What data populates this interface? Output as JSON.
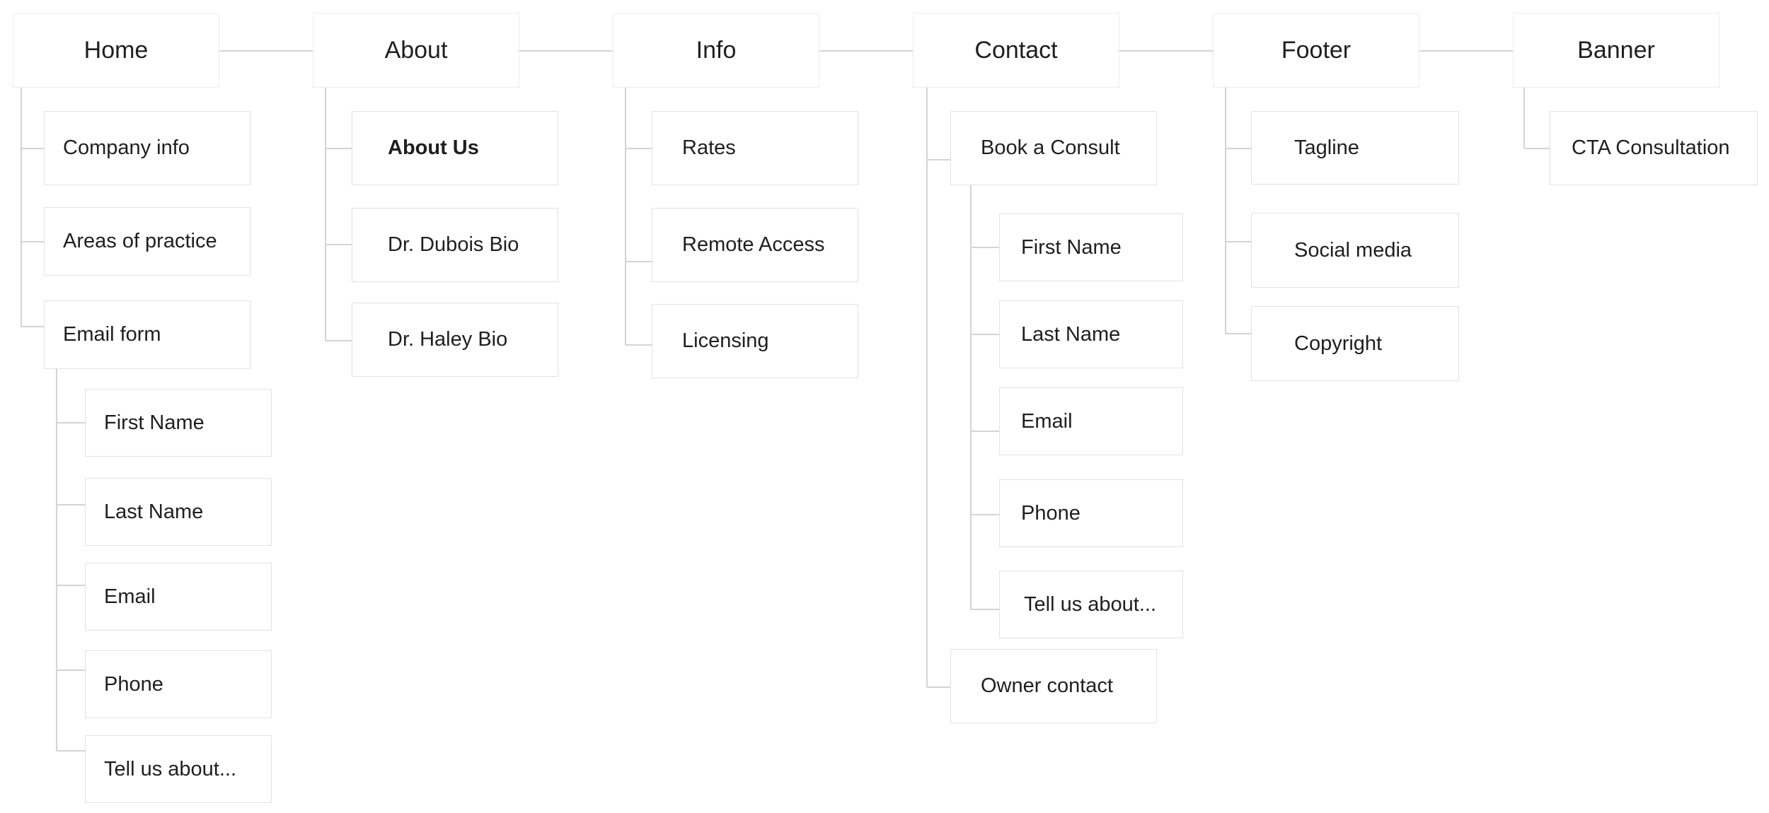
{
  "colors": {
    "background": "#ffffff",
    "box_border": "#e2e2e2",
    "connector": "#d4d4d4",
    "text": "#1f1f1f"
  },
  "sitemap": [
    {
      "label": "Home",
      "children": [
        {
          "label": "Company info"
        },
        {
          "label": "Areas of practice"
        },
        {
          "label": "Email form",
          "children": [
            {
              "label": "First Name"
            },
            {
              "label": "Last Name"
            },
            {
              "label": "Email"
            },
            {
              "label": "Phone"
            },
            {
              "label": "Tell us about..."
            }
          ]
        }
      ]
    },
    {
      "label": "About",
      "children": [
        {
          "label": "About Us"
        },
        {
          "label": "Dr. Dubois Bio"
        },
        {
          "label": "Dr. Haley Bio"
        }
      ]
    },
    {
      "label": "Info",
      "children": [
        {
          "label": "Rates"
        },
        {
          "label": "Remote Access"
        },
        {
          "label": "Licensing"
        }
      ]
    },
    {
      "label": "Contact",
      "children": [
        {
          "label": "Book a Consult",
          "children": [
            {
              "label": "First Name"
            },
            {
              "label": "Last Name"
            },
            {
              "label": "Email"
            },
            {
              "label": "Phone"
            },
            {
              "label": "Tell us about..."
            }
          ]
        },
        {
          "label": "Owner contact"
        }
      ]
    },
    {
      "label": "Footer",
      "children": [
        {
          "label": "Tagline"
        },
        {
          "label": "Social media"
        },
        {
          "label": "Copyright"
        }
      ]
    },
    {
      "label": "Banner",
      "children": [
        {
          "label": "CTA Consultation"
        }
      ]
    }
  ]
}
